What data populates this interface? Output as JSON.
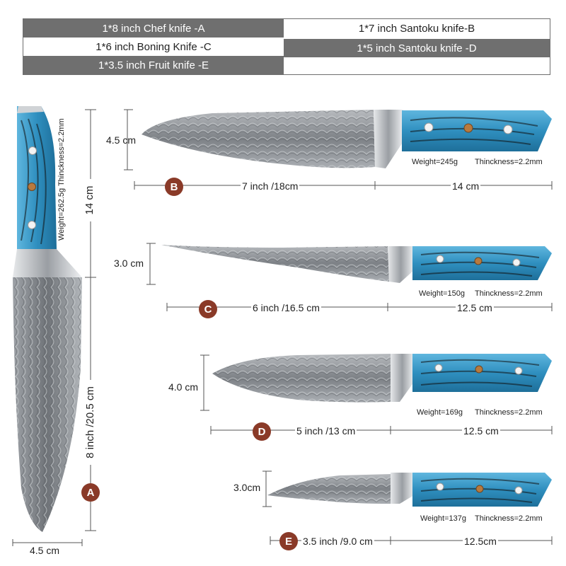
{
  "header": {
    "row1_left": "1*8 inch Chef knife -A",
    "row1_right": "1*7 inch Santoku knife-B",
    "row2_left": "1*6 inch Boning Knife -C",
    "row2_right": "1*5 inch Santoku knife -D",
    "row3_left": "1*3.5 inch Fruit knife -E"
  },
  "knife_a": {
    "badge": "A",
    "blade_length": "8 inch /20.5 cm",
    "handle_length": "14 cm",
    "width": "4.5 cm",
    "specs": "Weight=262.5g  Thinckness=2.2mm"
  },
  "knife_b": {
    "badge": "B",
    "height": "4.5 cm",
    "weight": "Weight=245g",
    "thickness": "Thinckness=2.2mm",
    "blade_length": "7 inch /18cm",
    "handle_length": "14 cm"
  },
  "knife_c": {
    "badge": "C",
    "height": "3.0 cm",
    "weight": "Weight=150g",
    "thickness": "Thinckness=2.2mm",
    "blade_length": "6 inch /16.5 cm",
    "handle_length": "12.5 cm"
  },
  "knife_d": {
    "badge": "D",
    "height": "4.0 cm",
    "weight": "Weight=169g",
    "thickness": "Thinckness=2.2mm",
    "blade_length": "5 inch /13 cm",
    "handle_length": "12.5 cm"
  },
  "knife_e": {
    "badge": "E",
    "height": "3.0cm",
    "weight": "Weight=137g",
    "thickness": "Thinckness=2.2mm",
    "blade_length": "3.5 inch /9.0 cm",
    "handle_length": "12.5cm"
  },
  "colors": {
    "header_dark": "#6f6f6f",
    "badge": "#8a3a28",
    "handle_blue": "#2f8fbf",
    "blade_steel": "#8c8f93"
  }
}
